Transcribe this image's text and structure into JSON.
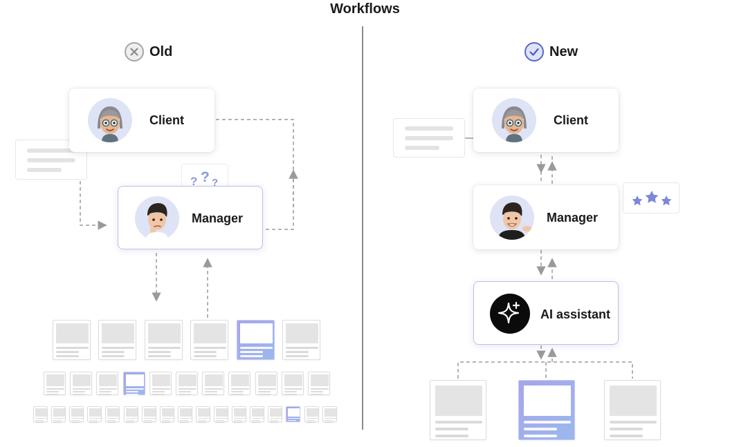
{
  "title": "Workflows",
  "old": {
    "heading": "Old",
    "icon": "x-circle-icon",
    "client_label": "Client",
    "manager_label": "Manager",
    "confusion_marks": "?",
    "doc_rows": [
      6,
      11,
      17
    ],
    "highlighted": [
      4,
      3,
      14
    ]
  },
  "new": {
    "heading": "New",
    "icon": "check-circle-icon",
    "client_label": "Client",
    "manager_label": "Manager",
    "assistant_label": "AI assistant",
    "doc_count": 3,
    "highlighted": 1
  },
  "colors": {
    "accent": "#9aa2e6",
    "star": "#7d89d6",
    "line": "#9a9a9a",
    "doc_highlight": "#a7a5ea"
  }
}
